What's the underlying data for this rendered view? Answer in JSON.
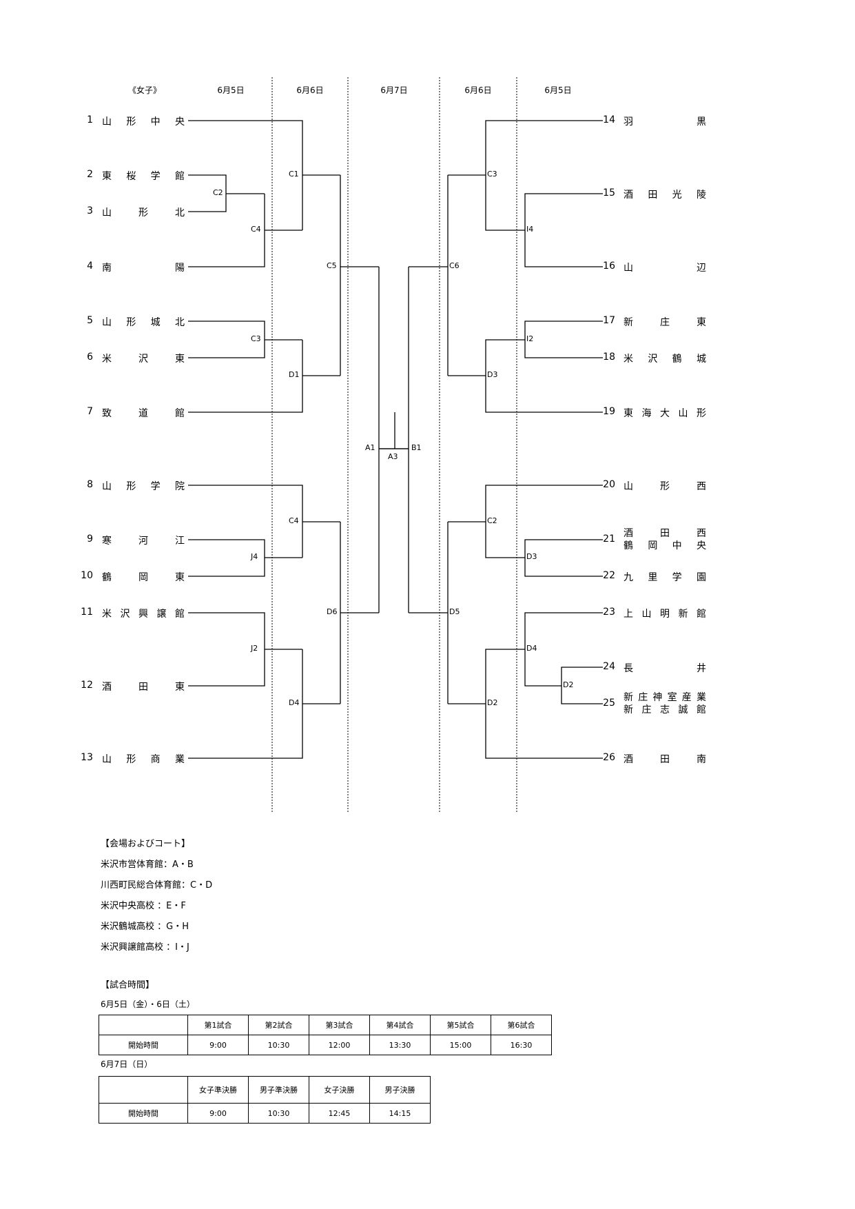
{
  "headers": [
    "《女子》",
    "6月5日",
    "6月6日",
    "6月7日",
    "6月6日",
    "6月5日"
  ],
  "teams_left": [
    {
      "no": "1",
      "name": "山形中央"
    },
    {
      "no": "2",
      "name": "東桜学館"
    },
    {
      "no": "3",
      "name": "山形北"
    },
    {
      "no": "4",
      "name": "南陽"
    },
    {
      "no": "5",
      "name": "山形城北"
    },
    {
      "no": "6",
      "name": "米沢東"
    },
    {
      "no": "7",
      "name": "致道館"
    },
    {
      "no": "8",
      "name": "山形学院"
    },
    {
      "no": "9",
      "name": "寒河江"
    },
    {
      "no": "10",
      "name": "鶴岡東"
    },
    {
      "no": "11",
      "name": "米沢興譲館"
    },
    {
      "no": "12",
      "name": "酒田東"
    },
    {
      "no": "13",
      "name": "山形商業"
    }
  ],
  "teams_right": [
    {
      "no": "14",
      "name": "羽黒"
    },
    {
      "no": "15",
      "name": "酒田光陵"
    },
    {
      "no": "16",
      "name": "山辺"
    },
    {
      "no": "17",
      "name": "新庄東"
    },
    {
      "no": "18",
      "name": "米沢鶴城"
    },
    {
      "no": "19",
      "name": "東海大山形"
    },
    {
      "no": "20",
      "name": "山形西"
    },
    {
      "no": "21",
      "name": "酒田西",
      "name2": "鶴岡中央"
    },
    {
      "no": "22",
      "name": "九里学園"
    },
    {
      "no": "23",
      "name": "上山明新館"
    },
    {
      "no": "24",
      "name": "長井"
    },
    {
      "no": "25",
      "name": "新庄神室産業",
      "name2": "新庄志誠館"
    },
    {
      "no": "26",
      "name": "酒田南"
    }
  ],
  "match_labels": {
    "C2": "C2",
    "C4a": "C4",
    "C3a": "C3",
    "J4": "J4",
    "J2": "J2",
    "C1": "C1",
    "D1": "D1",
    "C4b": "C4",
    "D4": "D4",
    "C5": "C5",
    "D6": "D6",
    "A1": "A1",
    "A3": "A3",
    "B1": "B1",
    "C6": "C6",
    "D5": "D5",
    "C3b": "C3",
    "D3a": "D3",
    "C2b": "C2",
    "D2a": "D2",
    "I4": "I4",
    "I2": "I2",
    "D3b": "D3",
    "D4b": "D4",
    "D2b": "D2"
  },
  "venues": {
    "title": "【会場およびコート】",
    "items": [
      "米沢市営体育館：A・B",
      "川西町民総合体育館：C・D",
      "米沢中央高校 ：E・F",
      "米沢鶴城高校 ：G・H",
      "米沢興譲館高校 ：I・J"
    ]
  },
  "schedule": {
    "title": "【試合時間】",
    "day1_label": "6月5日（金）・6日（土）",
    "day1_headers": [
      "第1試合",
      "第2試合",
      "第3試合",
      "第4試合",
      "第5試合",
      "第6試合"
    ],
    "row_label": "開始時間",
    "day1_times": [
      "9:00",
      "10:30",
      "12:00",
      "13:30",
      "15:00",
      "16:30"
    ],
    "day2_label": "6月7日（日）",
    "day2_headers": [
      "女子準決勝",
      "男子準決勝",
      "女子決勝",
      "男子決勝"
    ],
    "day2_times": [
      "9:00",
      "10:30",
      "12:45",
      "14:15"
    ]
  }
}
